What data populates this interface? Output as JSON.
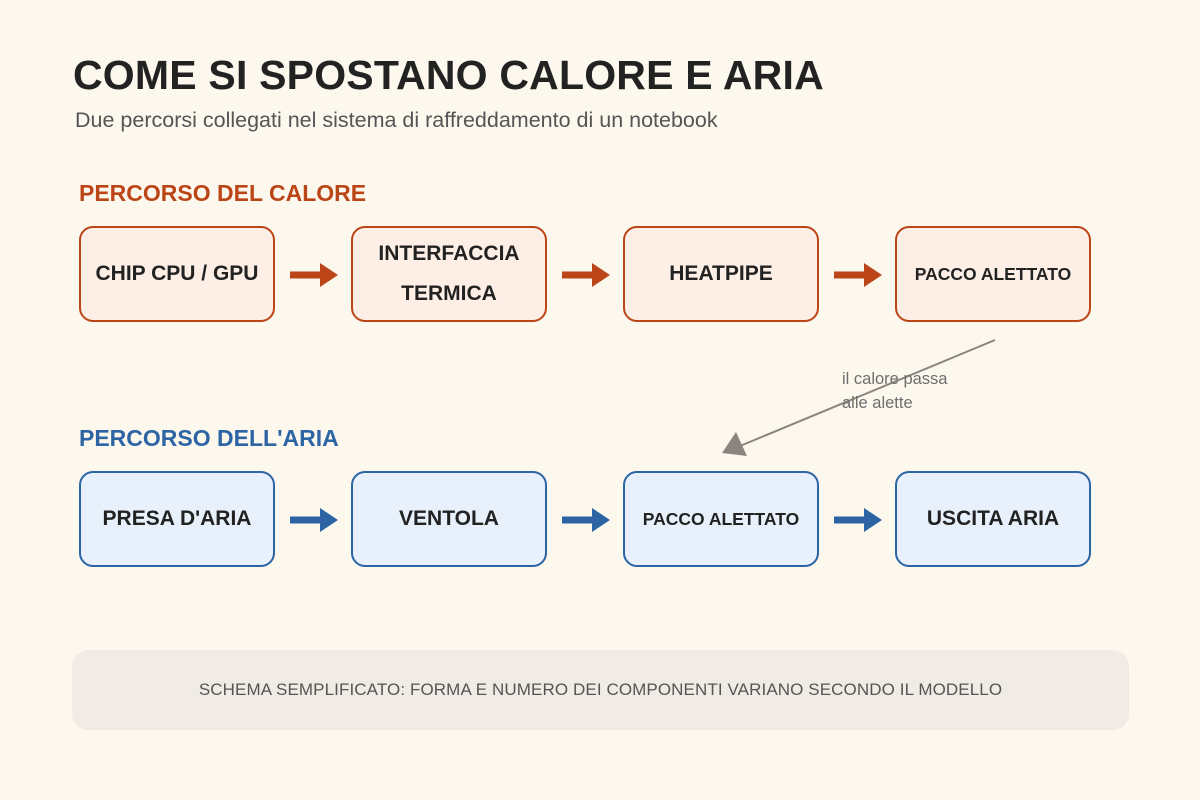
{
  "header": {
    "title": "COME SI SPOSTANO CALORE E ARIA",
    "subtitle": "Due percorsi collegati nel sistema di raffreddamento di un notebook"
  },
  "heat_path": {
    "label": "PERCORSO DEL CALORE",
    "color": "#bb4516",
    "fill": "#fdefe6",
    "steps": [
      "CHIP CPU / GPU",
      "INTERFACCIA\nTERMICA",
      "HEATPIPE",
      "PACCO ALETTATO"
    ]
  },
  "air_path": {
    "label": "PERCORSO DELL'ARIA",
    "color": "#2c64a4",
    "fill": "#e8f1fb",
    "steps": [
      "PRESA D'ARIA",
      "VENTOLA",
      "PACCO ALETTATO",
      "USCITA ARIA"
    ]
  },
  "connector": {
    "label": "il calore passa\nalle alette",
    "color": "#8a8580"
  },
  "footer": {
    "note": "SCHEMA SEMPLIFICATO: FORMA E NUMERO DEI COMPONENTI VARIANO SECONDO IL MODELLO"
  },
  "background": "#fdf8ee"
}
